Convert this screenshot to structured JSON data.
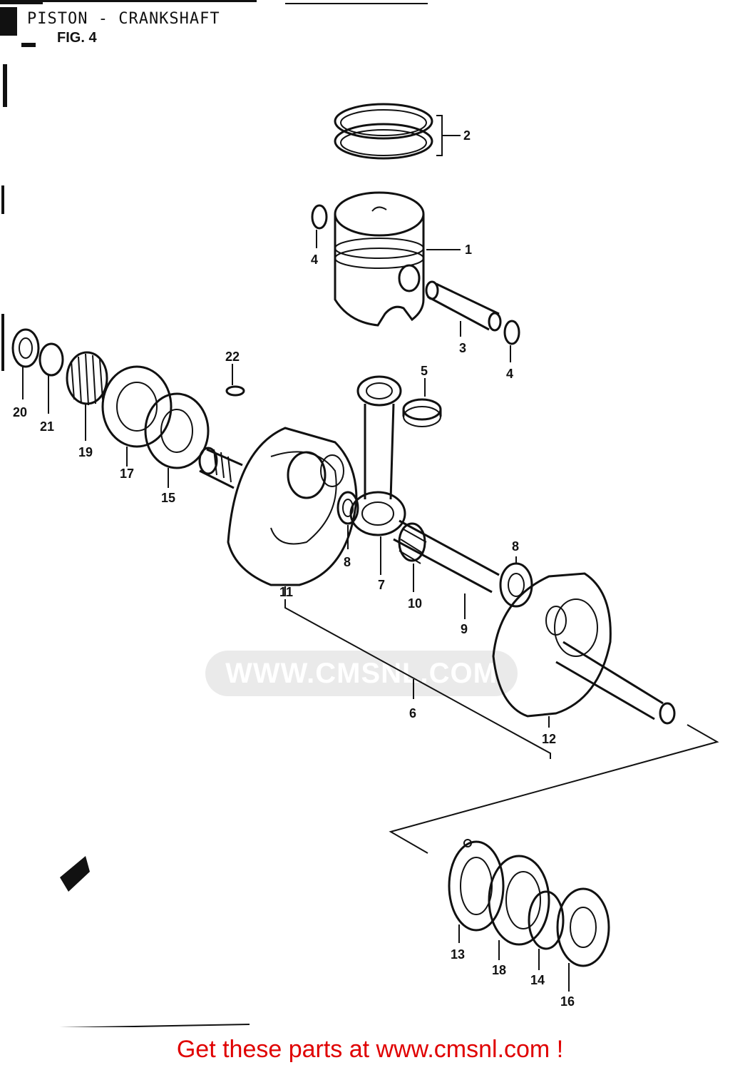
{
  "header": {
    "title": "PISTON - CRANKSHAFT",
    "fig": "FIG. 4"
  },
  "watermark": {
    "text": "WWW.CMSNL.COM"
  },
  "footer": {
    "text": "Get these parts at www.cmsnl.com !"
  },
  "callouts": [
    "1",
    "2",
    "3",
    "4",
    "4",
    "5",
    "6",
    "7",
    "8",
    "8",
    "9",
    "10",
    "11",
    "12",
    "13",
    "14",
    "15",
    "16",
    "17",
    "18",
    "19",
    "20",
    "21",
    "22"
  ],
  "colors": {
    "ink": "#111111",
    "footer": "#e00000",
    "watermark": "#d9d9d9"
  }
}
